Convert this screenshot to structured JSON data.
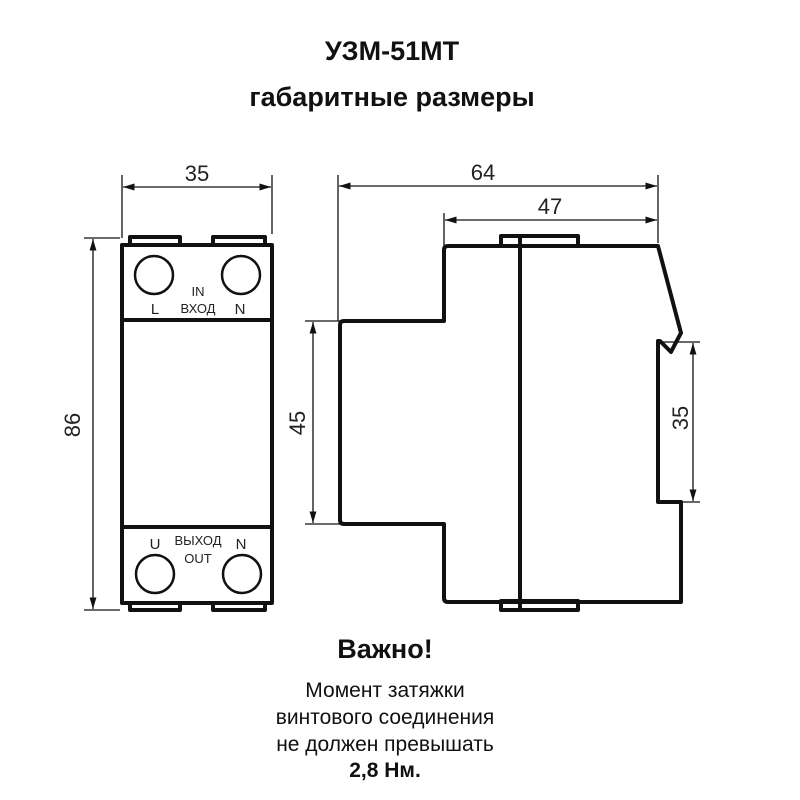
{
  "title": {
    "model": "УЗМ-51МТ",
    "subtitle": "габаритные размеры"
  },
  "front_view": {
    "width_dim": "35",
    "height_dim": "86",
    "input": {
      "left_terminal": "L",
      "right_terminal": "N",
      "label_en": "IN",
      "label_ru": "ВХОД"
    },
    "output": {
      "left_terminal": "U",
      "right_terminal": "N",
      "label_ru": "ВЫХОД",
      "label_en": "OUT"
    }
  },
  "side_view": {
    "total_depth_dim": "64",
    "body_depth_dim": "47",
    "front_height_dim": "45",
    "rail_dim": "35"
  },
  "note": {
    "heading": "Важно!",
    "lines": [
      "Момент затяжки",
      "винтового соединения",
      "не должен превышать"
    ],
    "value": "2,8 Нм."
  }
}
